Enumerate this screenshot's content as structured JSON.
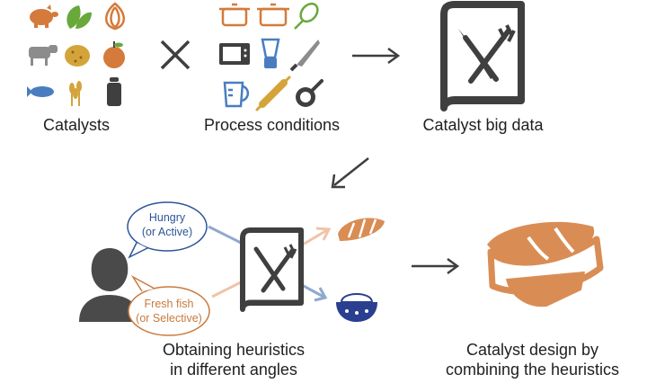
{
  "colors": {
    "icon_orange": "#d47a3a",
    "icon_green": "#69a83a",
    "icon_gray": "#8c8c8c",
    "icon_blue": "#4a7dc0",
    "icon_dark": "#3f3f3f",
    "bubble_blue": "#2f5597",
    "bubble_orange": "#c97a3e",
    "arrow_blue": "#8fa8cf",
    "arrow_peach": "#f0c3a8",
    "sushi_orange": "#d98d55"
  },
  "top_row": {
    "catalysts_label": "Catalysts",
    "process_label": "Process conditions",
    "big_data_label": "Catalyst big data",
    "catalyst_icons": [
      "pig-icon",
      "spinach-icon",
      "onion-icon",
      "cow-icon",
      "potato-icon",
      "apple-icon",
      "fish-icon",
      "wheat-icon",
      "pepper-mill-icon"
    ],
    "process_icons": [
      "pot-icon",
      "pan-icon",
      "whisk-icon",
      "microwave-icon",
      "blender-icon",
      "knife-icon",
      "measuring-cup-icon",
      "rolling-pin-icon",
      "frying-pan-icon"
    ]
  },
  "bottom_row": {
    "bubble_hungry_line1": "Hungry",
    "bubble_hungry_line2": "(or Active)",
    "bubble_fresh_line1": "Fresh fish",
    "bubble_fresh_line2": "(or Selective)",
    "heuristics_line1": "Obtaining heuristics",
    "heuristics_line2": "in different angles",
    "design_line1": "Catalyst design by",
    "design_line2": "combining the heuristics"
  }
}
